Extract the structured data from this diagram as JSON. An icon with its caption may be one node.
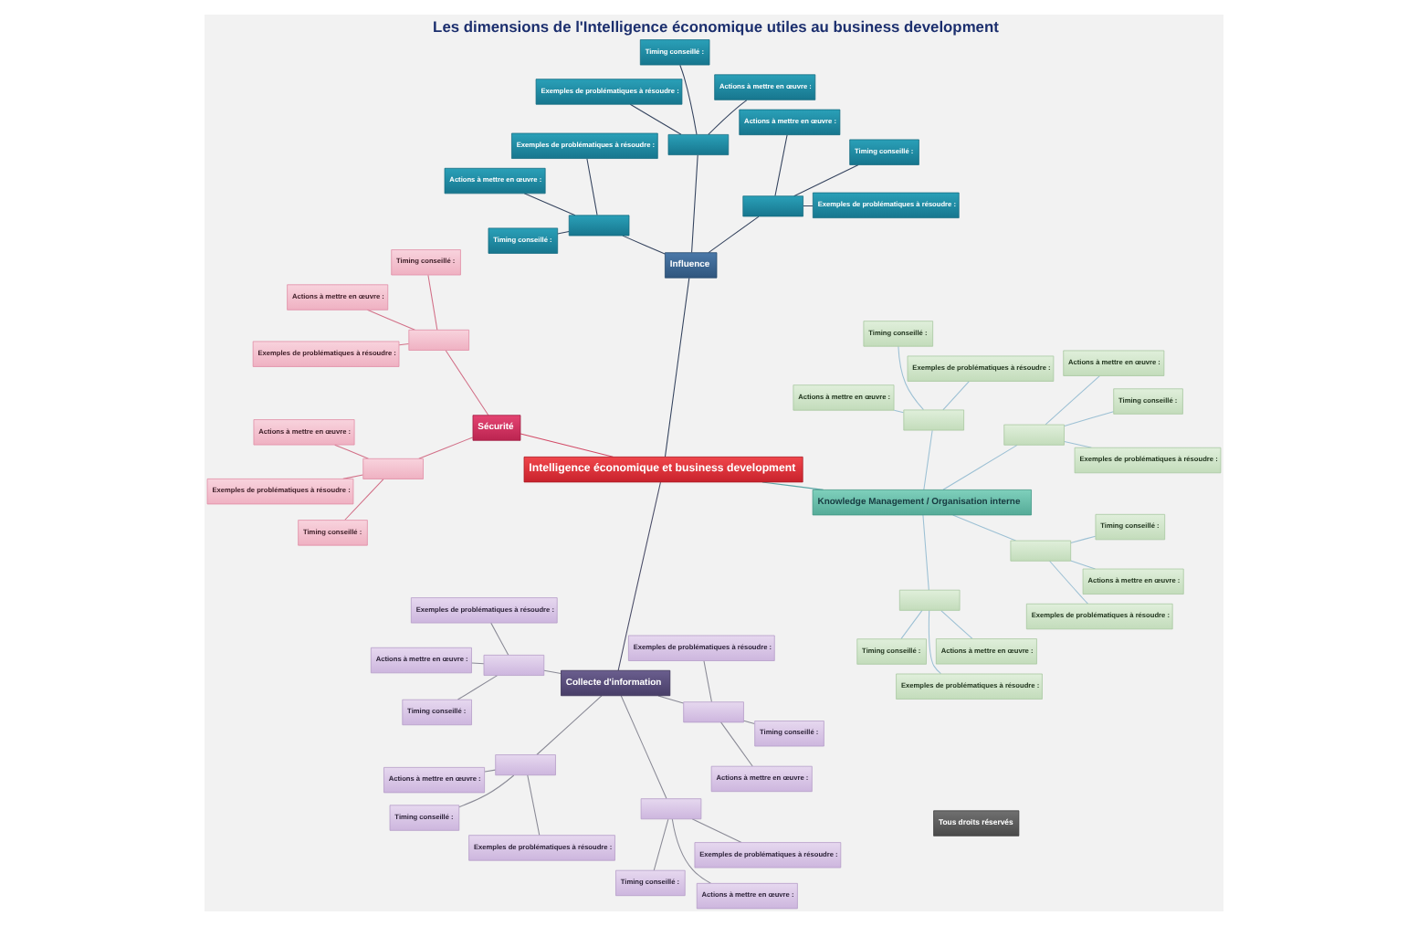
{
  "diagram": {
    "title": "Les dimensions de l'Intelligence économique utiles au business development",
    "nodes": [
      {
        "text": [
          "Intelligence économique et business development"
        ]
      },
      {
        "text": [
          "Influence"
        ]
      },
      {
        "text": [],
        "shape": "box"
      },
      {
        "text": [
          "Exemples de problématiques à résoudre :"
        ]
      },
      {
        "text": [
          "Actions à mettre en œuvre :"
        ]
      },
      {
        "text": [
          "Timing conseillé :"
        ]
      },
      {
        "text": [],
        "shape": "box"
      },
      {
        "text": [
          "Exemples de problématiques à résoudre :"
        ]
      },
      {
        "text": [
          "Actions à mettre en œuvre :"
        ]
      },
      {
        "text": [
          "Timing conseillé :"
        ]
      },
      {
        "text": [],
        "shape": "box"
      },
      {
        "text": [
          "Exemples de problématiques à résoudre :"
        ]
      },
      {
        "text": [
          "Actions à mettre en œuvre :"
        ]
      },
      {
        "text": [
          "Timing conseillé :"
        ]
      },
      {
        "text": [
          "Collecte d'information"
        ]
      },
      {
        "text": [],
        "shape": "box"
      },
      {
        "text": [
          "Exemples de problématiques à résoudre :"
        ]
      },
      {
        "text": [
          "Actions à mettre en œuvre :"
        ]
      },
      {
        "text": [
          "Timing conseillé :"
        ]
      },
      {
        "text": [],
        "shape": "box"
      },
      {
        "text": [
          "Exemples de problématiques à résoudre :"
        ]
      },
      {
        "text": [
          "Actions à mettre en œuvre :"
        ]
      },
      {
        "text": [
          "Timing conseillé :"
        ]
      },
      {
        "text": [],
        "shape": "box"
      },
      {
        "text": [
          "Exemples de problématiques à résoudre :"
        ]
      },
      {
        "text": [
          "Actions à mettre en œuvre :"
        ]
      },
      {
        "text": [
          "Timing conseillé :"
        ]
      },
      {
        "text": [],
        "shape": "box"
      },
      {
        "text": [
          "Exemples de problématiques à résoudre :"
        ]
      },
      {
        "text": [
          "Actions à mettre en œuvre :"
        ]
      },
      {
        "text": [
          "Timing conseillé :"
        ]
      },
      {
        "text": [
          "Knowledge Management / Organisation interne"
        ]
      },
      {
        "text": [],
        "shape": "box"
      },
      {
        "text": [
          "Exemples de problématiques à résoudre :"
        ]
      },
      {
        "text": [
          "Actions à mettre en œuvre :"
        ]
      },
      {
        "text": [
          "Timing conseillé :"
        ]
      },
      {
        "text": [],
        "shape": "box"
      },
      {
        "text": [
          "Exemples de problématiques à résoudre :"
        ]
      },
      {
        "text": [
          "Actions à mettre en œuvre :"
        ]
      },
      {
        "text": [
          "Timing conseillé :"
        ]
      },
      {
        "text": [],
        "shape": "box"
      },
      {
        "text": [
          "Exemples de problématiques à résoudre :"
        ]
      },
      {
        "text": [
          "Actions à mettre en œuvre :"
        ]
      },
      {
        "text": [
          "Timing conseillé :"
        ]
      },
      {
        "text": [],
        "shape": "box"
      },
      {
        "text": [
          "Exemples de problématiques à résoudre :"
        ]
      },
      {
        "text": [
          "Actions à mettre en œuvre :"
        ]
      },
      {
        "text": [
          "Timing conseillé :"
        ]
      },
      {
        "text": [
          "Sécurité"
        ]
      },
      {
        "text": [],
        "shape": "box"
      },
      {
        "text": [
          "Exemples de problématiques à résoudre :"
        ]
      },
      {
        "text": [
          "Actions à mettre en œuvre :"
        ]
      },
      {
        "text": [
          "Timing conseillé :"
        ]
      },
      {
        "text": [],
        "shape": "box"
      },
      {
        "text": [
          "Exemples de problématiques à résoudre :"
        ]
      },
      {
        "text": [
          "Actions à mettre en œuvre :"
        ]
      },
      {
        "text": [
          "Timing conseillé :"
        ]
      },
      {
        "text": [
          "Tous droits réservés"
        ]
      }
    ],
    "edges": [
      {
        "from": 0,
        "to": 1,
        "arrow": "none",
        "color": "#34435e"
      },
      {
        "from": 1,
        "to": 2,
        "arrow": "none",
        "color": "#34435e"
      },
      {
        "from": 2,
        "to": 3,
        "arrow": "none",
        "color": "#34435e"
      },
      {
        "from": 2,
        "to": 4,
        "arrow": "none",
        "color": "#34435e"
      },
      {
        "from": 2,
        "to": 5,
        "arrow": "none",
        "color": "#34435e"
      },
      {
        "from": 1,
        "to": 6,
        "arrow": "none",
        "color": "#34435e"
      },
      {
        "from": 6,
        "to": 7,
        "arrow": "none",
        "color": "#34435e"
      },
      {
        "from": 6,
        "to": 8,
        "arrow": "none",
        "color": "#34435e"
      },
      {
        "from": 6,
        "to": 9,
        "arrow": "none",
        "color": "#34435e"
      },
      {
        "from": 1,
        "to": 10,
        "arrow": "none",
        "color": "#34435e"
      },
      {
        "from": 10,
        "to": 11,
        "arrow": "none",
        "color": "#34435e"
      },
      {
        "from": 10,
        "to": 12,
        "arrow": "none",
        "color": "#34435e"
      },
      {
        "from": 10,
        "to": 13,
        "arrow": "none",
        "color": "#34435e"
      },
      {
        "from": 0,
        "to": 14,
        "arrow": "none",
        "color": "#4b4d68"
      },
      {
        "from": 14,
        "to": 15,
        "arrow": "none"
      },
      {
        "from": 15,
        "to": 16,
        "arrow": "none"
      },
      {
        "from": 15,
        "to": 17,
        "arrow": "none"
      },
      {
        "from": 15,
        "to": 18,
        "arrow": "none"
      },
      {
        "from": 14,
        "to": 19,
        "arrow": "none"
      },
      {
        "from": 19,
        "to": 20,
        "arrow": "none"
      },
      {
        "from": 19,
        "to": 21,
        "arrow": "none"
      },
      {
        "from": 19,
        "to": 22,
        "arrow": "none"
      },
      {
        "from": 14,
        "to": 23,
        "arrow": "none"
      },
      {
        "from": 23,
        "to": 24,
        "arrow": "none"
      },
      {
        "from": 23,
        "to": 25,
        "arrow": "none"
      },
      {
        "from": 23,
        "to": 26,
        "arrow": "none"
      },
      {
        "from": 14,
        "to": 27,
        "arrow": "none"
      },
      {
        "from": 27,
        "to": 28,
        "arrow": "none"
      },
      {
        "from": 27,
        "to": 29,
        "arrow": "none"
      },
      {
        "from": 27,
        "to": 30,
        "arrow": "none"
      },
      {
        "from": 0,
        "to": 31,
        "arrow": "none",
        "color": "#5aa6a6"
      },
      {
        "from": 31,
        "to": 32,
        "arrow": "none",
        "color": "#9cc0d4"
      },
      {
        "from": 32,
        "to": 33,
        "arrow": "none",
        "color": "#9cc0d4"
      },
      {
        "from": 32,
        "to": 34,
        "arrow": "none",
        "color": "#9cc0d4"
      },
      {
        "from": 32,
        "to": 35,
        "arrow": "none",
        "color": "#9cc0d4"
      },
      {
        "from": 31,
        "to": 36,
        "arrow": "none",
        "color": "#9cc0d4"
      },
      {
        "from": 36,
        "to": 37,
        "arrow": "none",
        "color": "#9cc0d4"
      },
      {
        "from": 36,
        "to": 38,
        "arrow": "none",
        "color": "#9cc0d4"
      },
      {
        "from": 36,
        "to": 39,
        "arrow": "none",
        "color": "#9cc0d4"
      },
      {
        "from": 31,
        "to": 40,
        "arrow": "none",
        "color": "#9cc0d4"
      },
      {
        "from": 40,
        "to": 41,
        "arrow": "none",
        "color": "#9cc0d4"
      },
      {
        "from": 40,
        "to": 42,
        "arrow": "none",
        "color": "#9cc0d4"
      },
      {
        "from": 40,
        "to": 43,
        "arrow": "none",
        "color": "#9cc0d4"
      },
      {
        "from": 31,
        "to": 44,
        "arrow": "none",
        "color": "#9cc0d4"
      },
      {
        "from": 44,
        "to": 45,
        "arrow": "none",
        "color": "#9cc0d4"
      },
      {
        "from": 44,
        "to": 46,
        "arrow": "none",
        "color": "#9cc0d4"
      },
      {
        "from": 44,
        "to": 47,
        "arrow": "none",
        "color": "#9cc0d4"
      },
      {
        "from": 0,
        "to": 48,
        "arrow": "none",
        "color": "#d24a66"
      },
      {
        "from": 48,
        "to": 49,
        "arrow": "none",
        "color": "#d27088"
      },
      {
        "from": 49,
        "to": 50,
        "arrow": "none",
        "color": "#d27088"
      },
      {
        "from": 49,
        "to": 51,
        "arrow": "none",
        "color": "#d27088"
      },
      {
        "from": 49,
        "to": 52,
        "arrow": "none",
        "color": "#d27088"
      },
      {
        "from": 48,
        "to": 53,
        "arrow": "none",
        "color": "#d27088"
      },
      {
        "from": 53,
        "to": 54,
        "arrow": "none",
        "color": "#d27088"
      },
      {
        "from": 53,
        "to": 55,
        "arrow": "none",
        "color": "#d27088"
      },
      {
        "from": 53,
        "to": 56,
        "arrow": "none",
        "color": "#d27088"
      }
    ]
  }
}
